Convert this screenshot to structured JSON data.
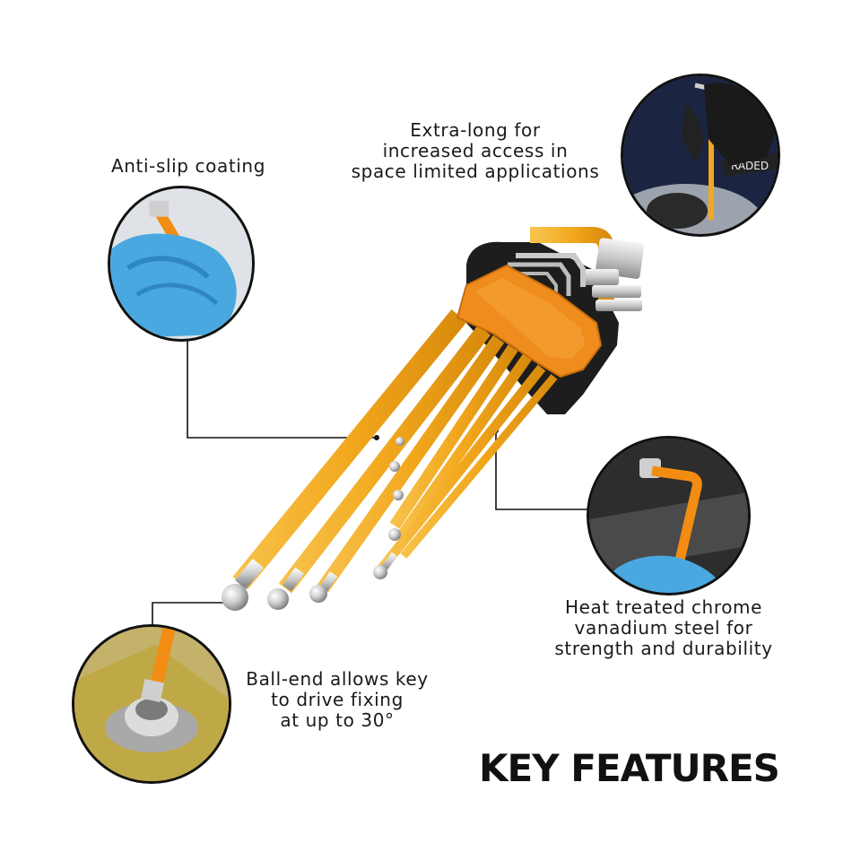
{
  "features": {
    "anti_slip": {
      "lines": [
        "Anti-slip coating"
      ]
    },
    "extra_long": {
      "lines": [
        "Extra-long for",
        "increased access in",
        "space limited applications"
      ]
    },
    "heat_treated": {
      "lines": [
        "Heat treated chrome",
        "vanadium steel for",
        "strength and durability"
      ]
    },
    "ball_end": {
      "lines": [
        "Ball-end allows key",
        "to drive fixing",
        "at up to 30°"
      ]
    }
  },
  "title": "KEY FEATURES",
  "inset_texts": {
    "graded": "RADED"
  },
  "colors": {
    "key_orange": "#f2a81d",
    "holder_orange": "#ef8c1e",
    "glove_blue": "#4aa8e0",
    "chrome": "#d8d8d8",
    "text": "#1a1a1a"
  }
}
